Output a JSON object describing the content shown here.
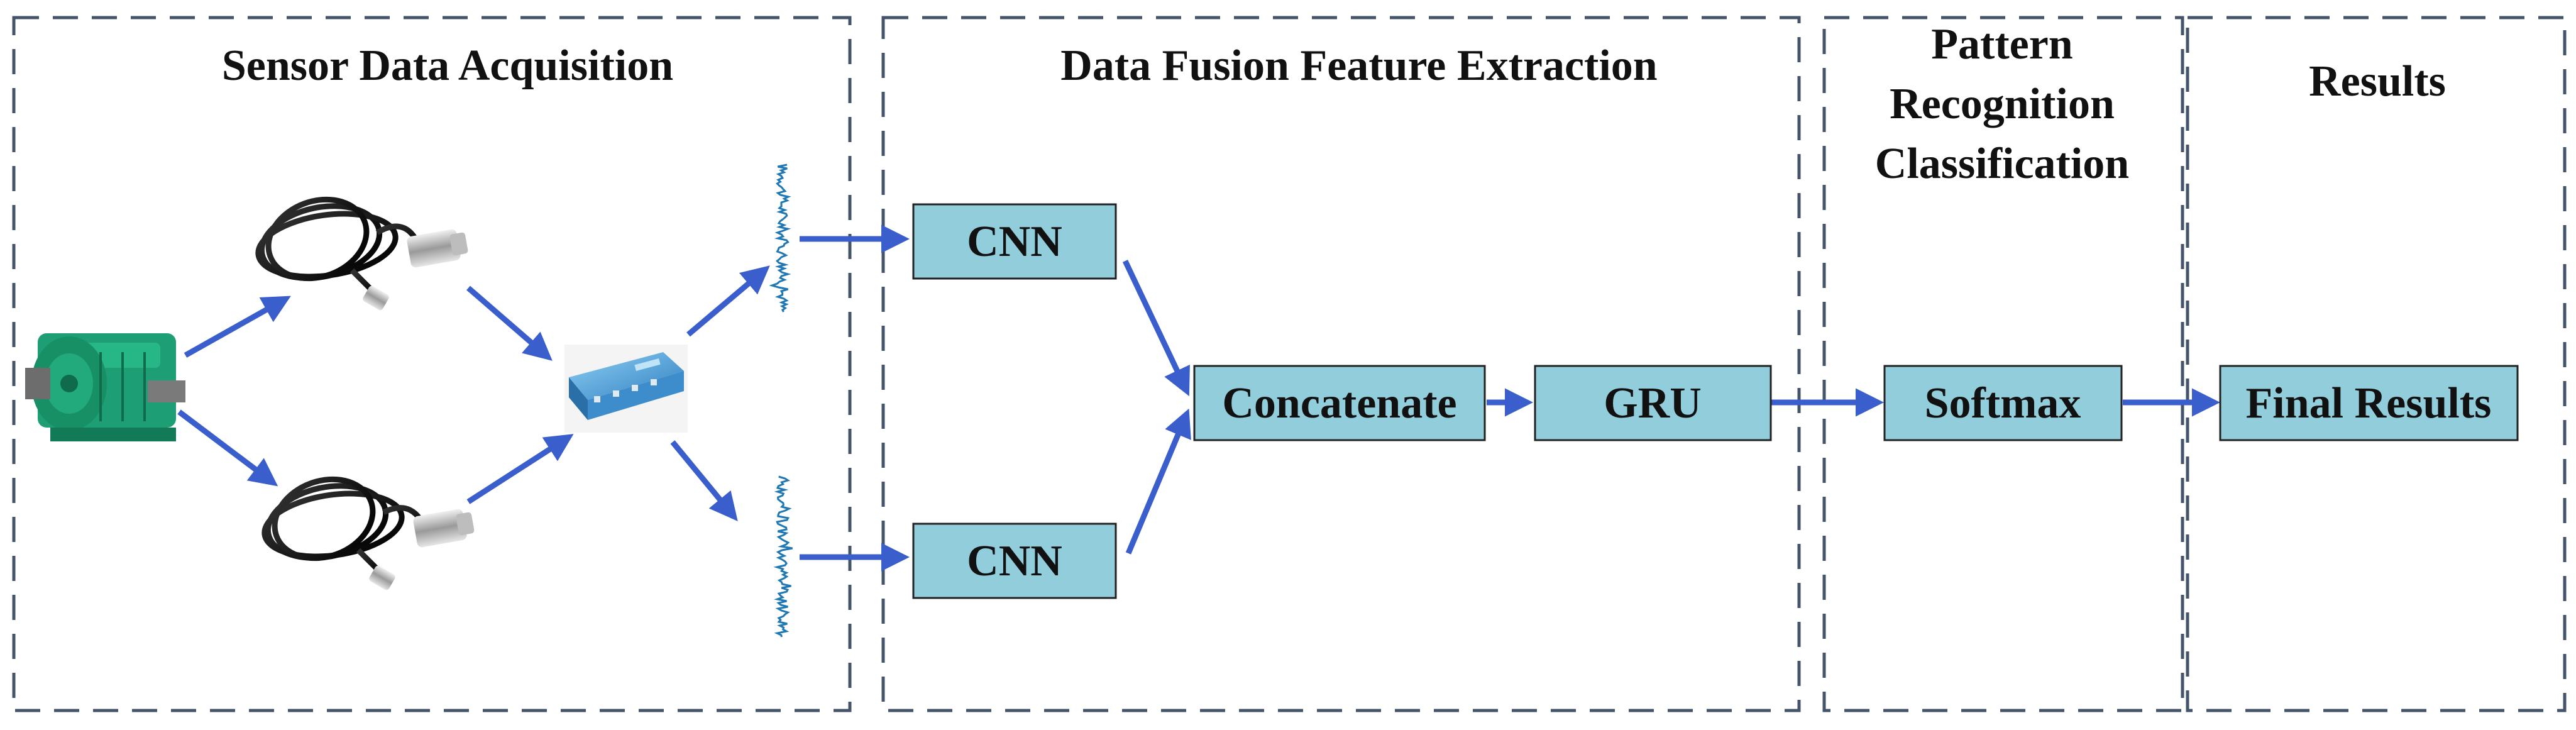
{
  "sections": {
    "acquisition": "Sensor Data Acquisition",
    "fusion": "Data Fusion Feature Extraction",
    "recognition": [
      "Pattern",
      "Recognition",
      "Classification"
    ],
    "results": "Results"
  },
  "blocks": {
    "cnn_top": "CNN",
    "cnn_bottom": "CNN",
    "concatenate": "Concatenate",
    "gru": "GRU",
    "softmax": "Softmax",
    "final": "Final Results"
  },
  "colors": {
    "box_fill": "#92CDDC",
    "arrow": "#3A5FCD",
    "gearbox": "#1E9E74",
    "signal": "#1F77B4",
    "daq": "#4AA3DF",
    "dash": "#44546A"
  },
  "icons": [
    "gearbox-icon",
    "sensor-icon",
    "daq-device-icon",
    "vibration-signal-icon"
  ]
}
